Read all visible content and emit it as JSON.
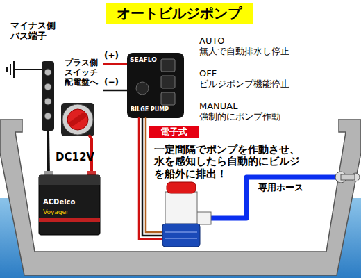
{
  "diagram": {
    "title": "オートビルジポンプ",
    "nodes": [
      {
        "text": [
          "電子式"
        ]
      }
    ],
    "labels": [
      "マイナス側 バス端子",
      "プラス側 スイッチ 配電盤へ",
      "(+)",
      "(−)",
      "SEAFLO",
      "BILGE PUMP",
      "AUTO",
      "無人で自動排水し停止",
      "OFF",
      "ビルジポンプ機能停止",
      "MANUAL",
      "強制的にポンプ作動",
      "DC12V",
      "ACDelco",
      "Voyager",
      "一定間隔でポンプを作動させ、 水を感知したら自動的にビルジ を船外に排出！",
      "専用ホース"
    ]
  }
}
